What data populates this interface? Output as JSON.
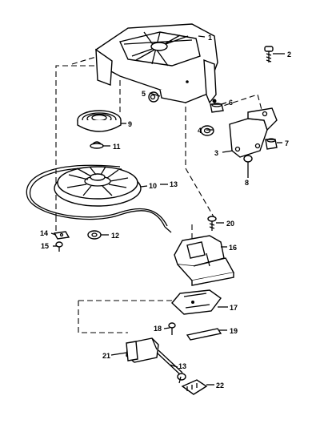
{
  "callouts": {
    "c1": "1",
    "c2": "2",
    "c3": "3",
    "c4": "4",
    "c5": "5",
    "c6": "6",
    "c7": "7",
    "c8": "8",
    "c9": "9",
    "c10": "10",
    "c11": "11",
    "c12": "12",
    "c13a": "13",
    "c13b": "13",
    "c14": "14",
    "c15": "15",
    "c16": "16",
    "c17": "17",
    "c18": "18",
    "c19": "19",
    "c20": "20",
    "c21": "21",
    "c22": "22"
  }
}
